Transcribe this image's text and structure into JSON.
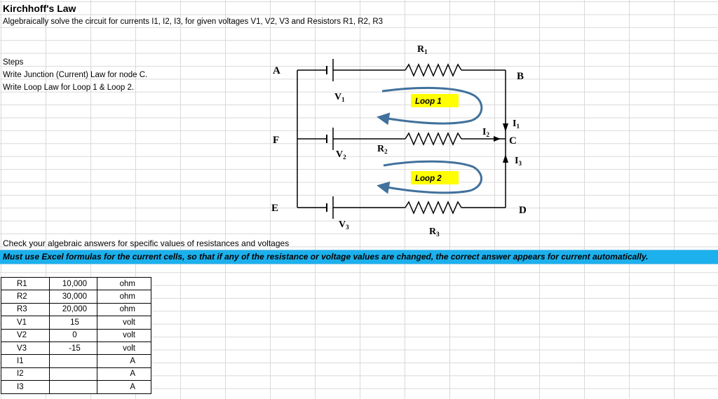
{
  "title": "Kirchhoff's Law",
  "subtitle": "Algebraically solve the circuit for currents I1, I2, I3, for given voltages V1, V2, V3 and Resistors R1, R2, R3",
  "steps": {
    "heading": "Steps",
    "items": [
      "Write Junction (Current) Law for node C.",
      "Write Loop Law for Loop 1 & Loop 2."
    ]
  },
  "check_text": "Check your algebraic answers for specific values of resistances and voltages",
  "banner_text": "Must use Excel formulas for the current cells, so that if any of the resistance or voltage values are changed, the correct answer appears for current automatically.",
  "circuit": {
    "nodes": {
      "a": "A",
      "b": "B",
      "c": "C",
      "d": "D",
      "e": "E",
      "f": "F"
    },
    "r1": {
      "main": "R",
      "sub": "1"
    },
    "r2": {
      "main": "R",
      "sub": "2"
    },
    "r3": {
      "main": "R",
      "sub": "3"
    },
    "v1": {
      "main": "V",
      "sub": "1"
    },
    "v2": {
      "main": "V",
      "sub": "2"
    },
    "v3": {
      "main": "V",
      "sub": "3"
    },
    "i1": {
      "main": "I",
      "sub": "1"
    },
    "i2": {
      "main": "I",
      "sub": "2"
    },
    "i3": {
      "main": "I",
      "sub": "3"
    },
    "loop1": "Loop 1",
    "loop2": "Loop 2",
    "loop_color": "#41719c",
    "loop_label_bg": "#ffff00"
  },
  "table": {
    "rows": [
      {
        "name": "R1",
        "value": "10,000",
        "unit": "ohm"
      },
      {
        "name": "R2",
        "value": "30,000",
        "unit": "ohm"
      },
      {
        "name": "R3",
        "value": "20,000",
        "unit": "ohm"
      },
      {
        "name": "V1",
        "value": "15",
        "unit": "volt"
      },
      {
        "name": "V2",
        "value": "0",
        "unit": "volt"
      },
      {
        "name": "V3",
        "value": "-15",
        "unit": "volt"
      },
      {
        "name": "I1",
        "value": "",
        "unit": "A"
      },
      {
        "name": "I2",
        "value": "",
        "unit": "A"
      },
      {
        "name": "I3",
        "value": "",
        "unit": "A"
      }
    ]
  },
  "colors": {
    "banner": "#1cb0ec",
    "gridline": "#d9d9d9"
  }
}
